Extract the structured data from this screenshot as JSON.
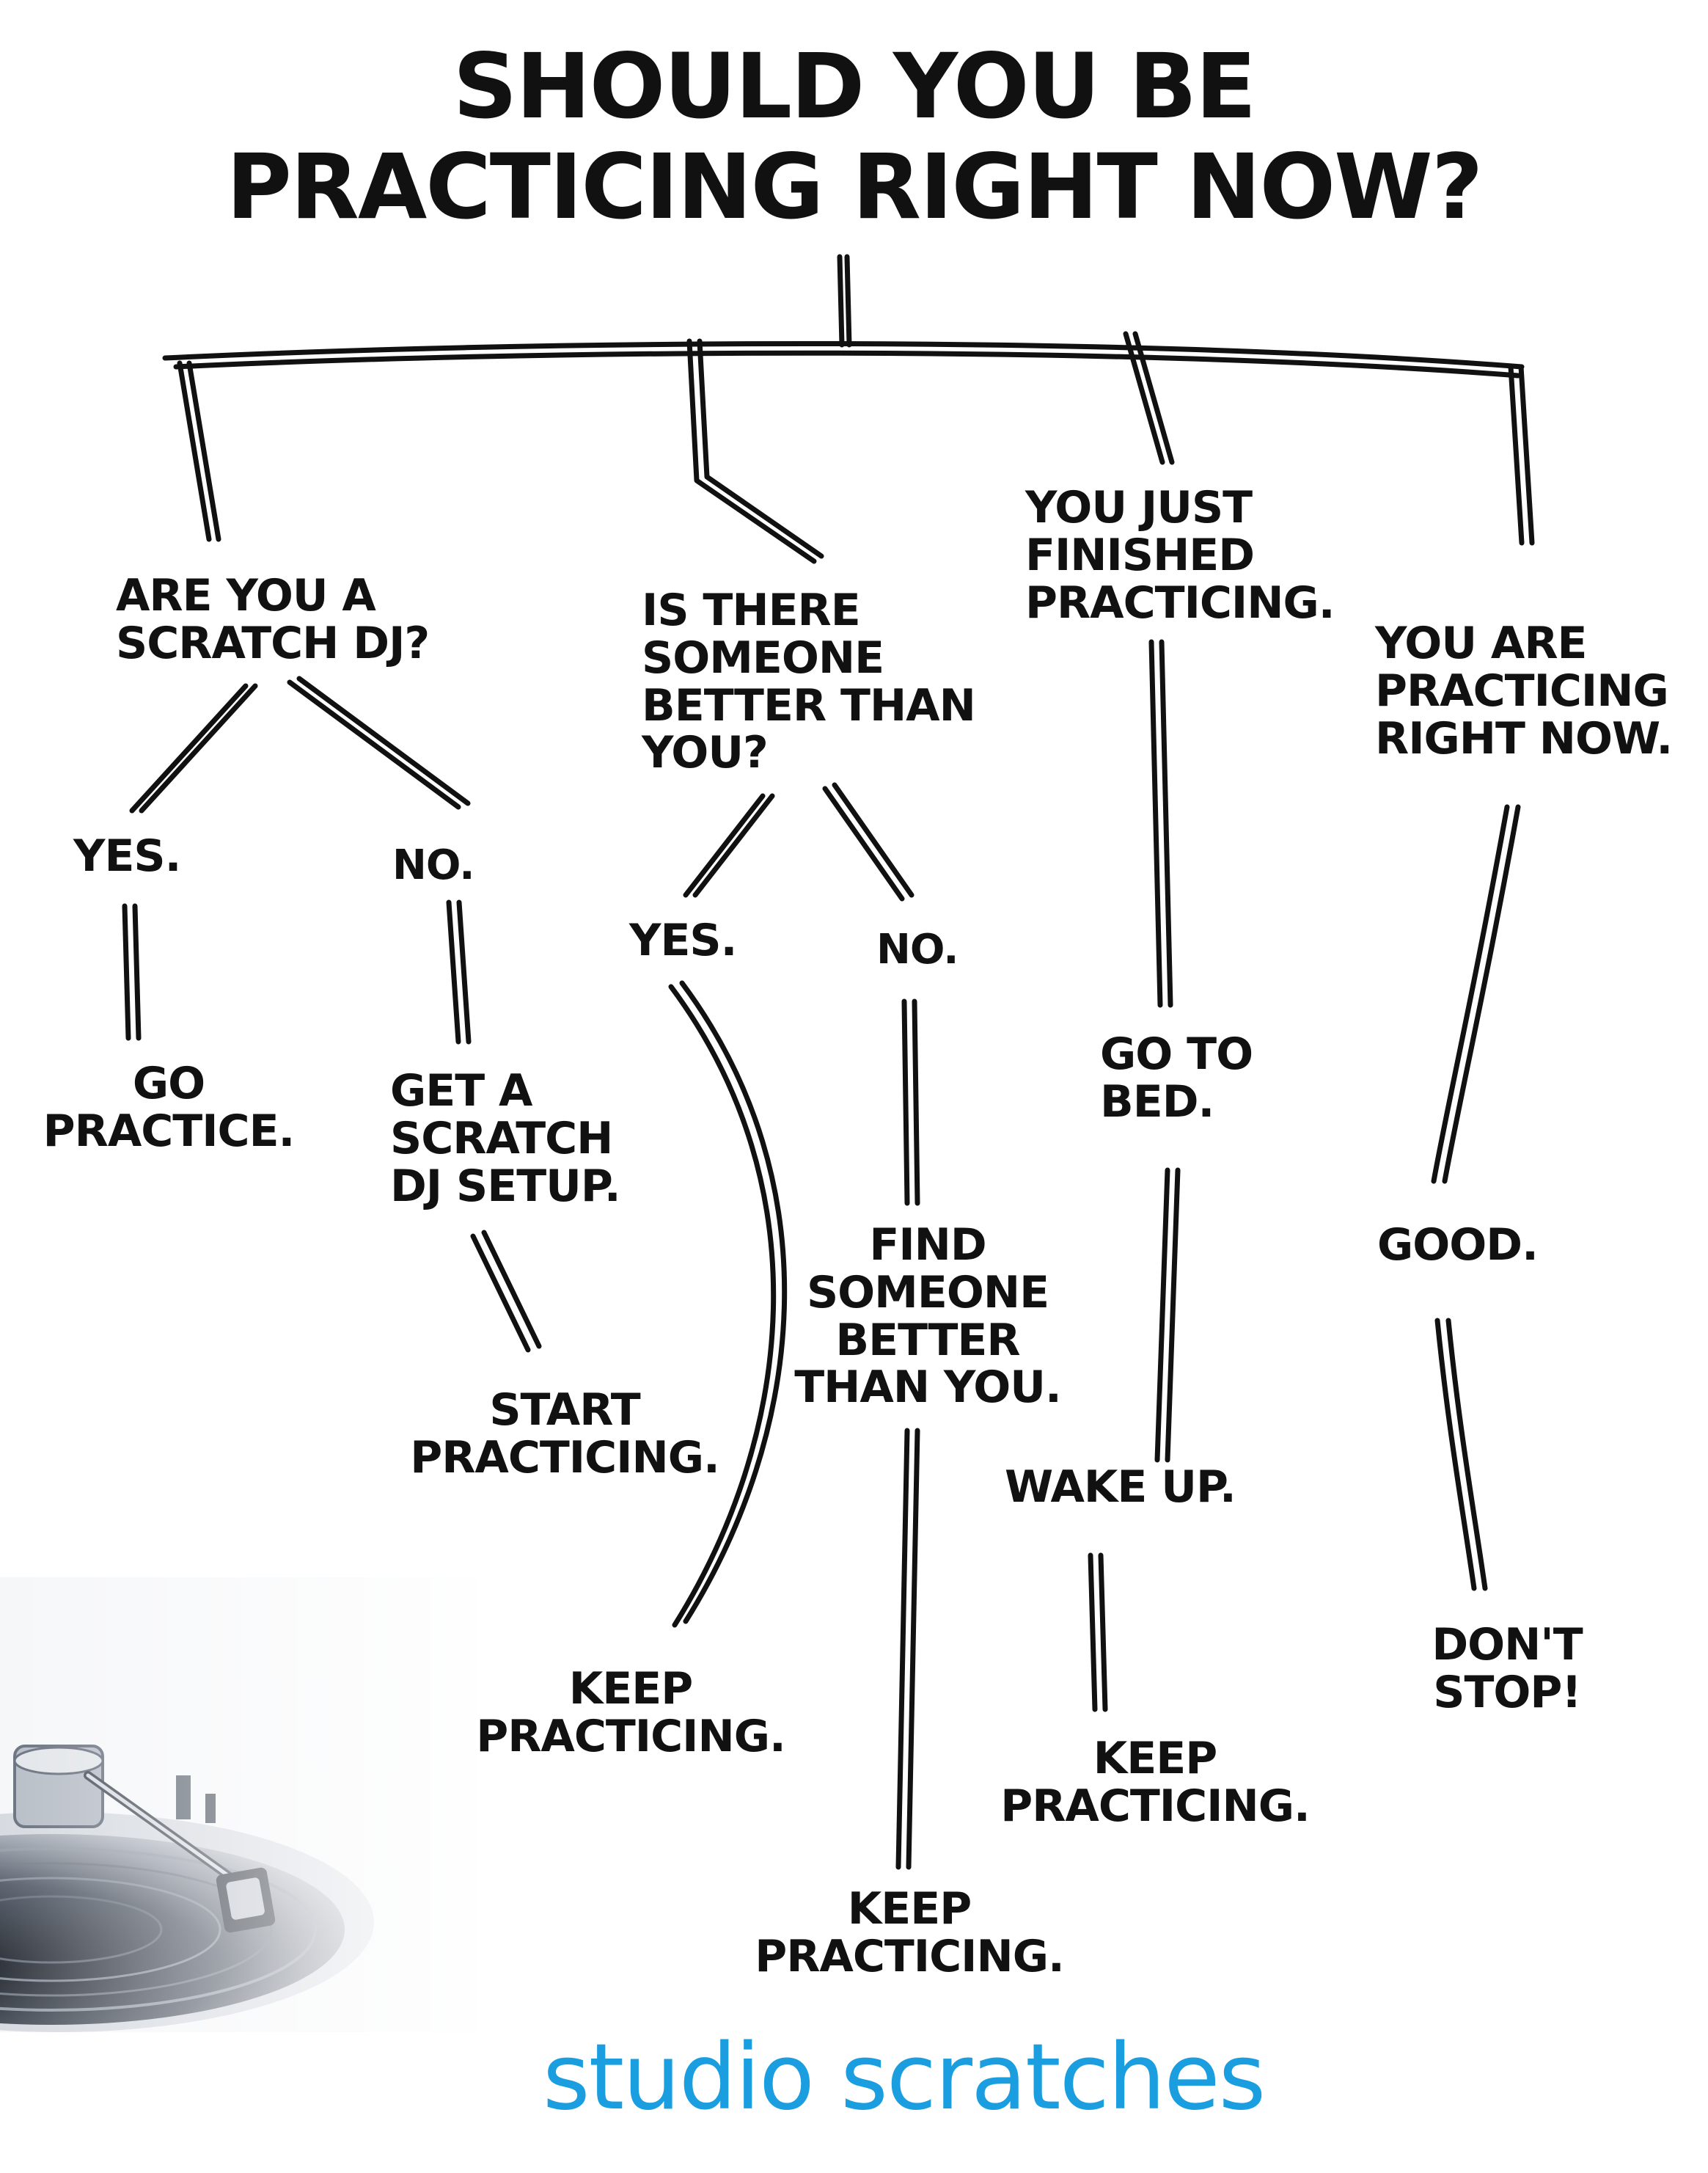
{
  "title": "SHOULD YOU BE\nPRACTICING RIGHT NOW?",
  "nodes": {
    "scratch_dj_question": "ARE YOU A\nSCRATCH DJ?",
    "scratch_yes": "YES.",
    "scratch_no": "NO.",
    "go_practice": "GO\nPRACTICE.",
    "get_setup": "GET A\nSCRATCH\nDJ SETUP.",
    "start_practicing": "START\nPRACTICING.",
    "better_question": "IS THERE\nSOMEONE\nBETTER THAN\nYOU?",
    "better_yes": "YES.",
    "better_no": "NO.",
    "keep_practicing_1": "KEEP\nPRACTICING.",
    "find_someone": "FIND\nSOMEONE\nBETTER\nTHAN YOU.",
    "keep_practicing_2": "KEEP\nPRACTICING.",
    "just_finished": "YOU JUST\nFINISHED\nPRACTICING.",
    "go_to_bed": "GO TO\nBED.",
    "wake_up": "WAKE UP.",
    "keep_practicing_3": "KEEP\nPRACTICING.",
    "practicing_now": "YOU ARE\nPRACTICING\nRIGHT NOW.",
    "good": "GOOD.",
    "dont_stop": "DON'T\nSTOP!"
  },
  "brand": {
    "name": "studio scratches",
    "color": "#1a9ee0"
  },
  "colors": {
    "ink": "#111111",
    "background": "#ffffff"
  }
}
